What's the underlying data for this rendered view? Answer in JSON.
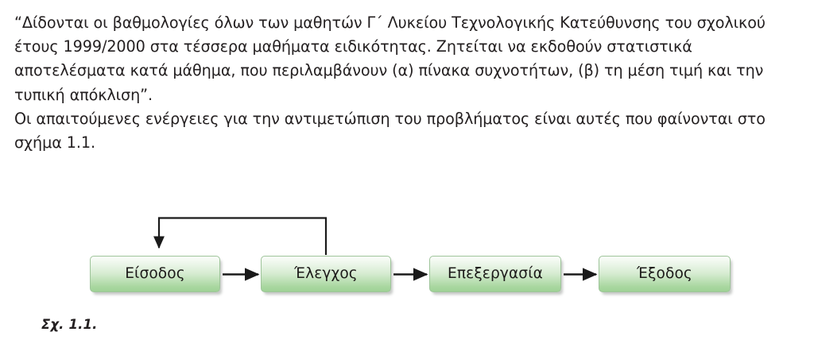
{
  "document": {
    "language": "el",
    "paragraphs": [
      "“Δίδονται οι βαθμολογίες όλων των μαθητών Γ΄ Λυκείου Τεχνολογικής Κατεύθυνσης του σχολικού έτους 1999/2000 στα τέσσερα μαθήματα ειδικότητας. Ζητείται να εκδοθούν στατιστικά αποτελέσματα κατά μάθημα, που περιλαμβάνουν (α) πίνακα συχνοτήτων, (β) τη μέση τιμή και την τυπική απόκλιση”.",
      "Οι απαιτούμενες ενέργειες για την αντιμετώπιση του προβλήματος είναι αυτές που φαίνονται στο σχήμα 1.1."
    ]
  },
  "figure": {
    "caption": "Σχ. 1.1.",
    "nodes": [
      {
        "id": "input",
        "label": "Είσοδος"
      },
      {
        "id": "check",
        "label": "Έλεγχος"
      },
      {
        "id": "processing",
        "label": "Επεξεργασία"
      },
      {
        "id": "output",
        "label": "Έξοδος"
      }
    ],
    "connectors": [
      {
        "from": "input",
        "to": "check",
        "kind": "forward-arrow"
      },
      {
        "from": "check",
        "to": "processing",
        "kind": "forward-arrow"
      },
      {
        "from": "processing",
        "to": "output",
        "kind": "forward-arrow"
      },
      {
        "from": "check",
        "to": "input",
        "kind": "feedback-loop-arrow"
      }
    ],
    "colors": {
      "node_fill_top": "#fbfdfa",
      "node_fill_bottom": "#9fd296",
      "node_border": "#9ec49a",
      "connector_stroke": "#1a1a1a",
      "text": "#231f20"
    }
  }
}
